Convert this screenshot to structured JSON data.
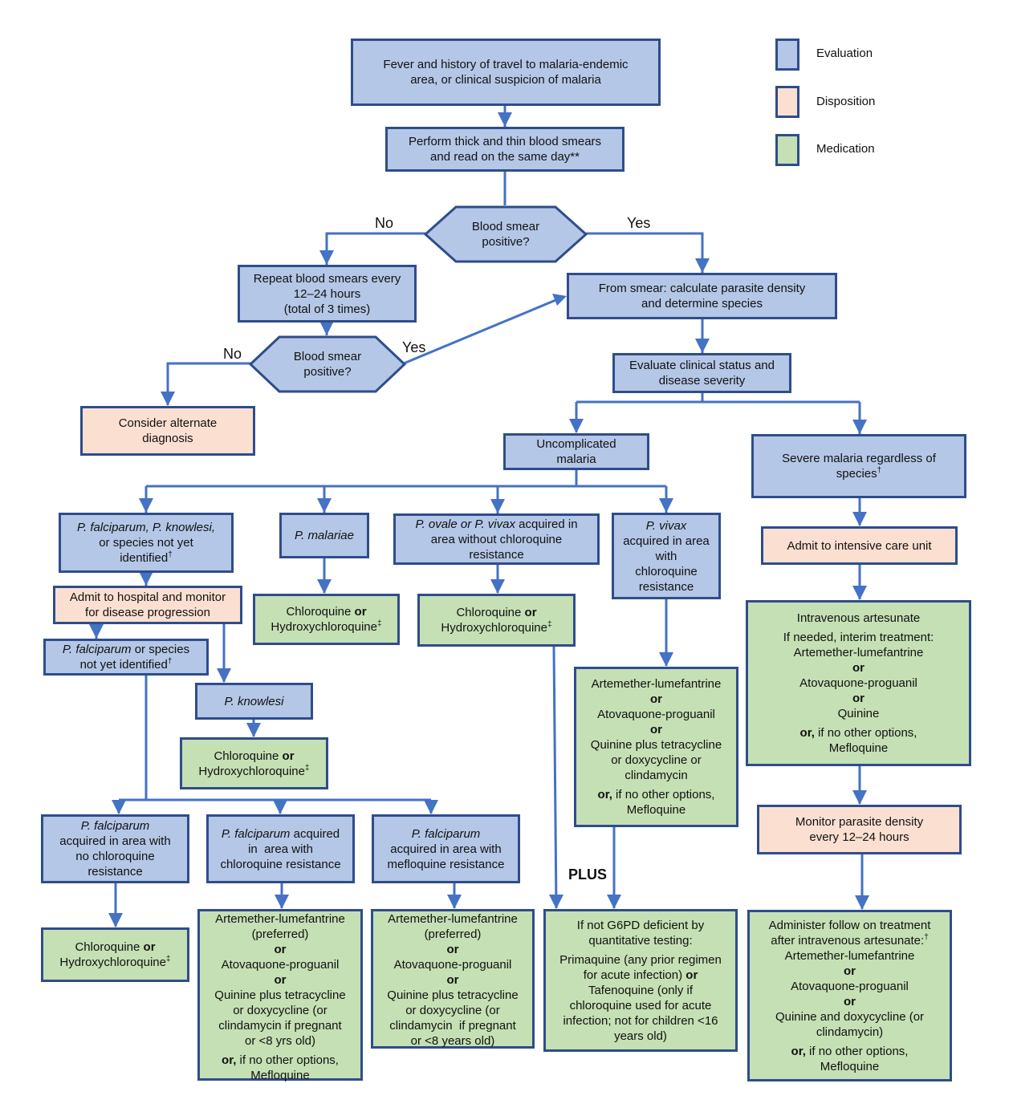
{
  "colors": {
    "evaluation": "#b4c7e7",
    "disposition": "#fbe0d2",
    "medication": "#c5e0b4",
    "border": "#2f4d8a",
    "arrow": "#4472c4"
  },
  "legend": [
    {
      "label": "Evaluation",
      "type": "evaluation"
    },
    {
      "label": "Disposition",
      "type": "disposition"
    },
    {
      "label": "Medication",
      "type": "medication"
    }
  ],
  "edge_labels": {
    "no_1": "No",
    "yes_1": "Yes",
    "no_2": "No",
    "yes_2": "Yes",
    "plus": "PLUS"
  },
  "nodes": {
    "start": [
      "Fever and history of travel to malaria-endemic",
      "area, or clinical suspicion of malaria"
    ],
    "smears": [
      "Perform thick and thin blood smears",
      "and read on the same day**"
    ],
    "decision1": [
      "Blood smear",
      "positive?"
    ],
    "repeat": [
      "Repeat blood smears every",
      "12–24 hours",
      "(total of 3 times)"
    ],
    "decision2": [
      "Blood smear",
      "positive?"
    ],
    "alternate": [
      "Consider alternate",
      "diagnosis"
    ],
    "density": [
      "From smear: calculate parasite density",
      "and determine species"
    ],
    "clinical": [
      "Evaluate clinical status and",
      "disease severity"
    ],
    "uncomplicated": [
      "Uncomplicated",
      "malaria"
    ],
    "severe": {
      "line1": "Severe malaria regardless of",
      "line2": "species",
      "mark": "†"
    },
    "pf_pk": {
      "italic1": "P. falciparum, P. knowlesi,",
      "line2": "or species not yet",
      "line3": "identified",
      "mark": "†"
    },
    "admit_hospital": [
      "Admit to hospital and monitor",
      "for disease progression"
    ],
    "pf_or_unknown": {
      "italic": "P. falciparum",
      "rest": " or species",
      "line2": "not yet identified",
      "mark": "†"
    },
    "pk": "P. knowlesi",
    "pk_med": {
      "drug1": "Chloroquine",
      "or": "or",
      "drug2": "Hydroxychloroquine",
      "mark": "‡"
    },
    "pmal": "P. malariae",
    "pmal_med": {
      "drug1": "Chloroquine",
      "or": "or",
      "drug2": "Hydroxychloroquine",
      "mark": "‡"
    },
    "povale": {
      "italic": "P. ovale or P. vivax",
      "rest": " acquired in",
      "line2": "area without chloroquine",
      "line3": "resistance"
    },
    "povale_med": {
      "drug1": "Chloroquine",
      "or": "or",
      "drug2": "Hydroxychloroquine",
      "mark": "‡"
    },
    "pvivax": {
      "italic": "P. vivax",
      "lines": [
        "acquired in area",
        "with",
        "chloroquine",
        "resistance"
      ]
    },
    "pvivax_med": {
      "lines": [
        "Artemether-lumefantrine",
        "or",
        "Atovaquone-proguanil",
        "or",
        "Quinine plus tetracycline",
        "or doxycycline or",
        "clindamycin"
      ],
      "last_bold": "or,",
      "last_rest": " if no other options,",
      "last_line2": "Mefloquine"
    },
    "primaquine": {
      "lines1": [
        "If not G6PD deficient by",
        "quantitative testing:"
      ],
      "lines2a": "Primaquine (any prior regimen",
      "lines2b": "for acute infection) ",
      "lines2b_bold": "or",
      "lines3": [
        "Tafenoquine (only if",
        "chloroquine used for acute",
        "infection; not for children <16",
        "years old)"
      ]
    },
    "pf_nores": {
      "italic": "P. falciparum",
      "lines": [
        "acquired in area with",
        "no chloroquine",
        "resistance"
      ]
    },
    "pf_nores_med": {
      "drug1": "Chloroquine",
      "or": "or",
      "drug2": "Hydroxychloroquine",
      "mark": "‡"
    },
    "pf_cqres": {
      "italic": "P. falciparum",
      "rest": " acquired",
      "lines": [
        "in  area with",
        "chloroquine resistance"
      ]
    },
    "pf_cqres_med": {
      "lines": [
        "Artemether-lumefantrine",
        "(preferred)",
        "or",
        "Atovaquone-proguanil",
        "or",
        "Quinine plus tetracycline",
        "or doxycycline (or",
        "clindamycin if pregnant",
        "or <8 yrs old)"
      ],
      "last_bold": "or,",
      "last_rest": " if no other options,",
      "last_line2": "Mefloquine"
    },
    "pf_mqres": {
      "italic": "P. falciparum",
      "lines": [
        "acquired in area with",
        "mefloquine resistance"
      ]
    },
    "pf_mqres_med": {
      "lines": [
        "Artemether-lumefantrine",
        "(preferred)",
        "or",
        "Atovaquone-proguanil",
        "or",
        "Quinine plus tetracycline",
        "or doxycycline (or",
        "clindamycin  if pregnant",
        "or <8 years old)"
      ]
    },
    "icu": "Admit to intensive care unit",
    "iv_artesunate": {
      "line1": "Intravenous artesunate",
      "lines": [
        "If needed, interim treatment:",
        "Artemether-lumefantrine",
        "or",
        "Atovaquone-proguanil",
        "or",
        "Quinine"
      ],
      "last_bold": "or,",
      "last_rest": " if no other options,",
      "last_line2": "Mefloquine"
    },
    "monitor_density": [
      "Monitor parasite density",
      "every 12–24 hours"
    ],
    "followon": {
      "line1": "Administer follow on treatment",
      "line2": "after intravenous artesunate:",
      "mark": "†",
      "lines": [
        "Artemether-lumefantrine",
        "or",
        "Atovaquone-proguanil",
        "or",
        "Quinine and doxycycline (or",
        "clindamycin)"
      ],
      "last_bold": "or,",
      "last_rest": " if no other options,",
      "last_line2": "Mefloquine"
    }
  }
}
